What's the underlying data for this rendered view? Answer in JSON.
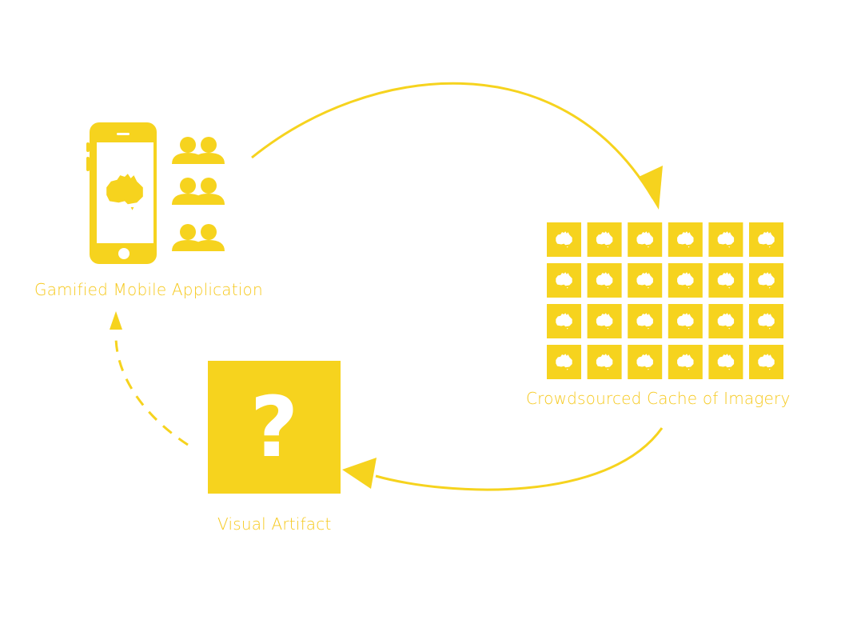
{
  "colors": {
    "accent": "#F6D31E",
    "label": "#F6C91E",
    "glyph": "#FFFFFF"
  },
  "nodes": {
    "app": {
      "label": "Gamified Mobile Application",
      "icons": [
        "smartphone-icon",
        "users-icon",
        "australia-map-icon"
      ]
    },
    "cache": {
      "label": "Crowdsourced Cache of Imagery",
      "rows": 4,
      "cols": 6,
      "tile_icon": "australia-map-icon"
    },
    "artifact": {
      "label": "Visual Artifact",
      "glyph": "?"
    }
  },
  "edges": [
    {
      "from": "app",
      "to": "cache",
      "style": "solid"
    },
    {
      "from": "cache",
      "to": "artifact",
      "style": "solid"
    },
    {
      "from": "artifact",
      "to": "app",
      "style": "dashed"
    }
  ]
}
